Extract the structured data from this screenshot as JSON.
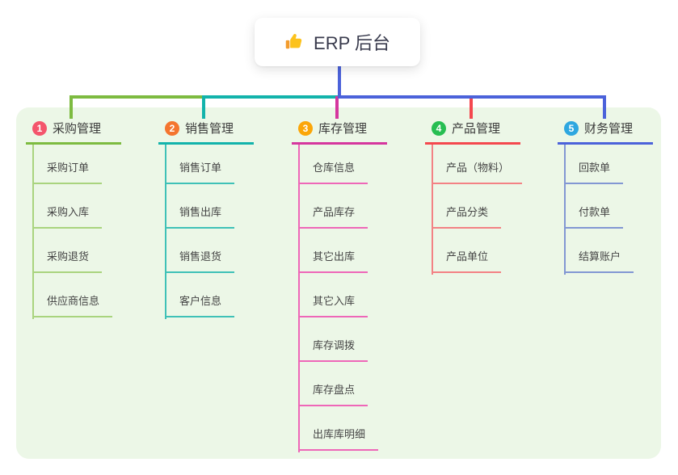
{
  "root": {
    "label": "ERP 后台",
    "icon": "thumbs-up"
  },
  "branches": [
    {
      "index": "1",
      "label": "采购管理",
      "badge_color": "#F4556C",
      "color": "#7DBB40",
      "child_color": "#A9D47E",
      "children": [
        "采购订单",
        "采购入库",
        "采购退货",
        "供应商信息"
      ]
    },
    {
      "index": "2",
      "label": "销售管理",
      "badge_color": "#F4752F",
      "color": "#12B3AB",
      "child_color": "#3FC1B7",
      "children": [
        "销售订单",
        "销售出库",
        "销售退货",
        "客户信息"
      ]
    },
    {
      "index": "3",
      "label": "库存管理",
      "badge_color": "#FBA608",
      "color": "#D5369E",
      "child_color": "#EE67B8",
      "children": [
        "仓库信息",
        "产品库存",
        "其它出库",
        "其它入库",
        "库存调拨",
        "库存盘点",
        "出库库明细"
      ]
    },
    {
      "index": "4",
      "label": "产品管理",
      "badge_color": "#27BE52",
      "color": "#F4484E",
      "child_color": "#F38184",
      "children": [
        "产品（物料）",
        "产品分类",
        "产品单位"
      ]
    },
    {
      "index": "5",
      "label": "财务管理",
      "badge_color": "#2EA7E0",
      "color": "#4B62DA",
      "child_color": "#8297D3",
      "children": [
        "回款单",
        "付款单",
        "结算账户"
      ]
    }
  ],
  "colors": {
    "root_line": "#4B62DA",
    "panel_bg": "#ECF7E7",
    "canvas_bg": "#FFFFFF"
  }
}
